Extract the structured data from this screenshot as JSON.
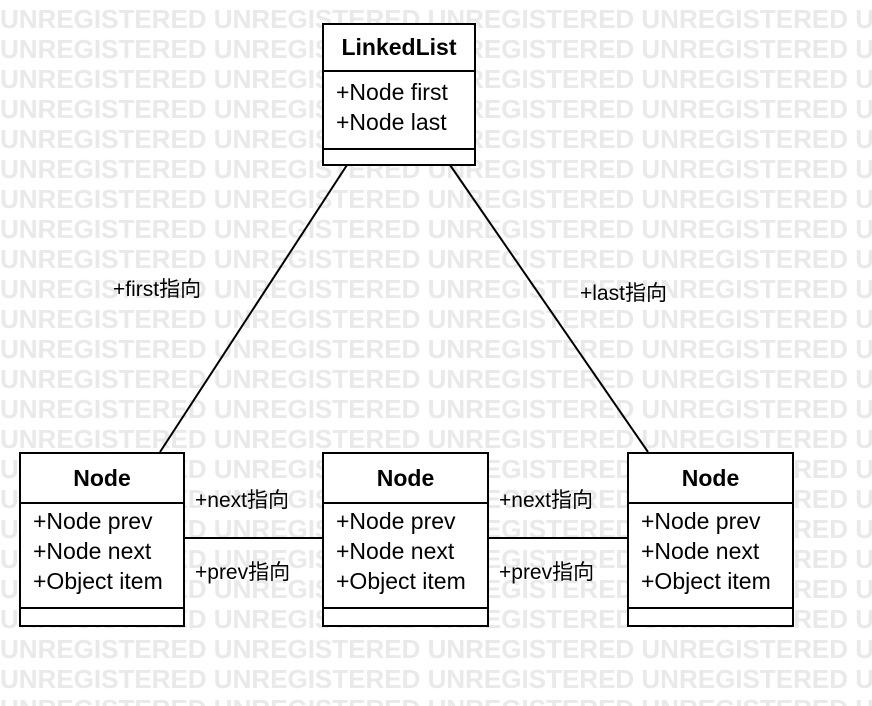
{
  "watermark": "UNREGISTERED",
  "classes": {
    "linkedlist": {
      "title": "LinkedList",
      "attributes": [
        "+Node first",
        "+Node last"
      ]
    },
    "node_left": {
      "title": "Node",
      "attributes": [
        "+Node prev",
        "+Node next",
        "+Object item"
      ]
    },
    "node_middle": {
      "title": "Node",
      "attributes": [
        "+Node prev",
        "+Node next",
        "+Object item"
      ]
    },
    "node_right": {
      "title": "Node",
      "attributes": [
        "+Node prev",
        "+Node next",
        "+Object item"
      ]
    }
  },
  "edges": {
    "first": "+first指向",
    "last": "+last指向",
    "next_1": "+next指向",
    "prev_1": "+prev指向",
    "next_2": "+next指向",
    "prev_2": "+prev指向"
  },
  "colors": {
    "watermark": "#e9e9e9",
    "stroke": "#000000",
    "background": "#ffffff"
  }
}
